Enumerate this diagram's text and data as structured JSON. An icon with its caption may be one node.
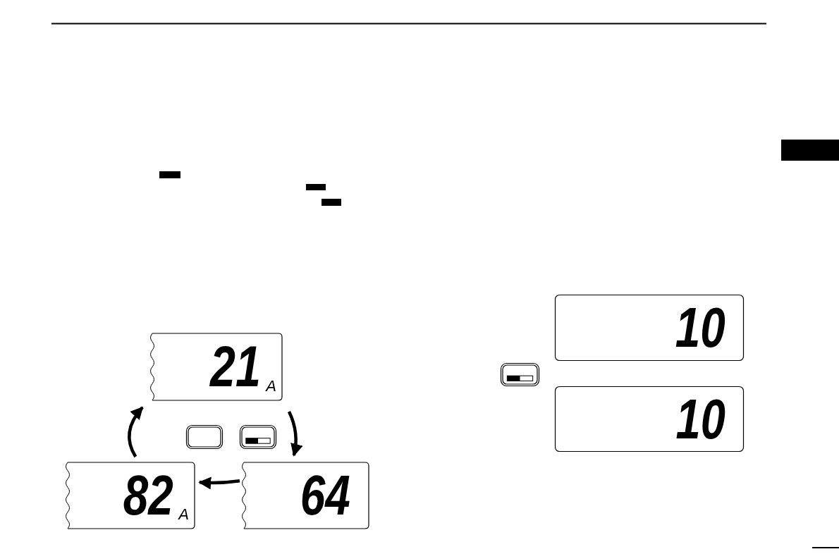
{
  "diagram": {
    "nodes": [
      {
        "text": [
          "21",
          "A"
        ]
      },
      {
        "text": [
          "64"
        ]
      },
      {
        "text": [
          "82",
          "A"
        ]
      },
      {
        "text": [],
        "shape": "box"
      },
      {
        "text": [],
        "shape": "box"
      },
      {
        "text": [
          "10"
        ]
      },
      {
        "text": [],
        "shape": "box"
      },
      {
        "text": [
          "10"
        ]
      },
      {
        "text": [],
        "shape": "bar"
      }
    ],
    "edges": [
      {
        "from": 2,
        "to": 0,
        "arrow": "to"
      },
      {
        "from": 0,
        "to": 1,
        "arrow": "to"
      },
      {
        "from": 1,
        "to": 2,
        "arrow": "to"
      }
    ]
  }
}
